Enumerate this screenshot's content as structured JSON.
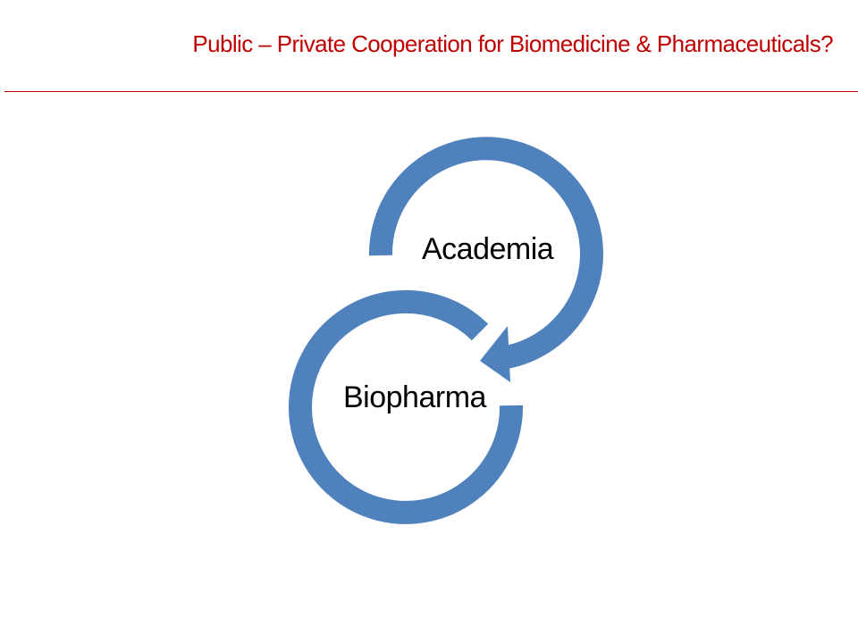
{
  "slide": {
    "title": "Public – Private Cooperation for Biomedicine & Pharmaceuticals?",
    "title_color": "#c00000",
    "rule_color": "#c00000"
  },
  "diagram": {
    "type": "cycle",
    "ring_color": "#4f81bd",
    "nodes": [
      {
        "label": "Academia"
      },
      {
        "label": "Biopharma"
      }
    ],
    "connector": "arrow-icon"
  }
}
